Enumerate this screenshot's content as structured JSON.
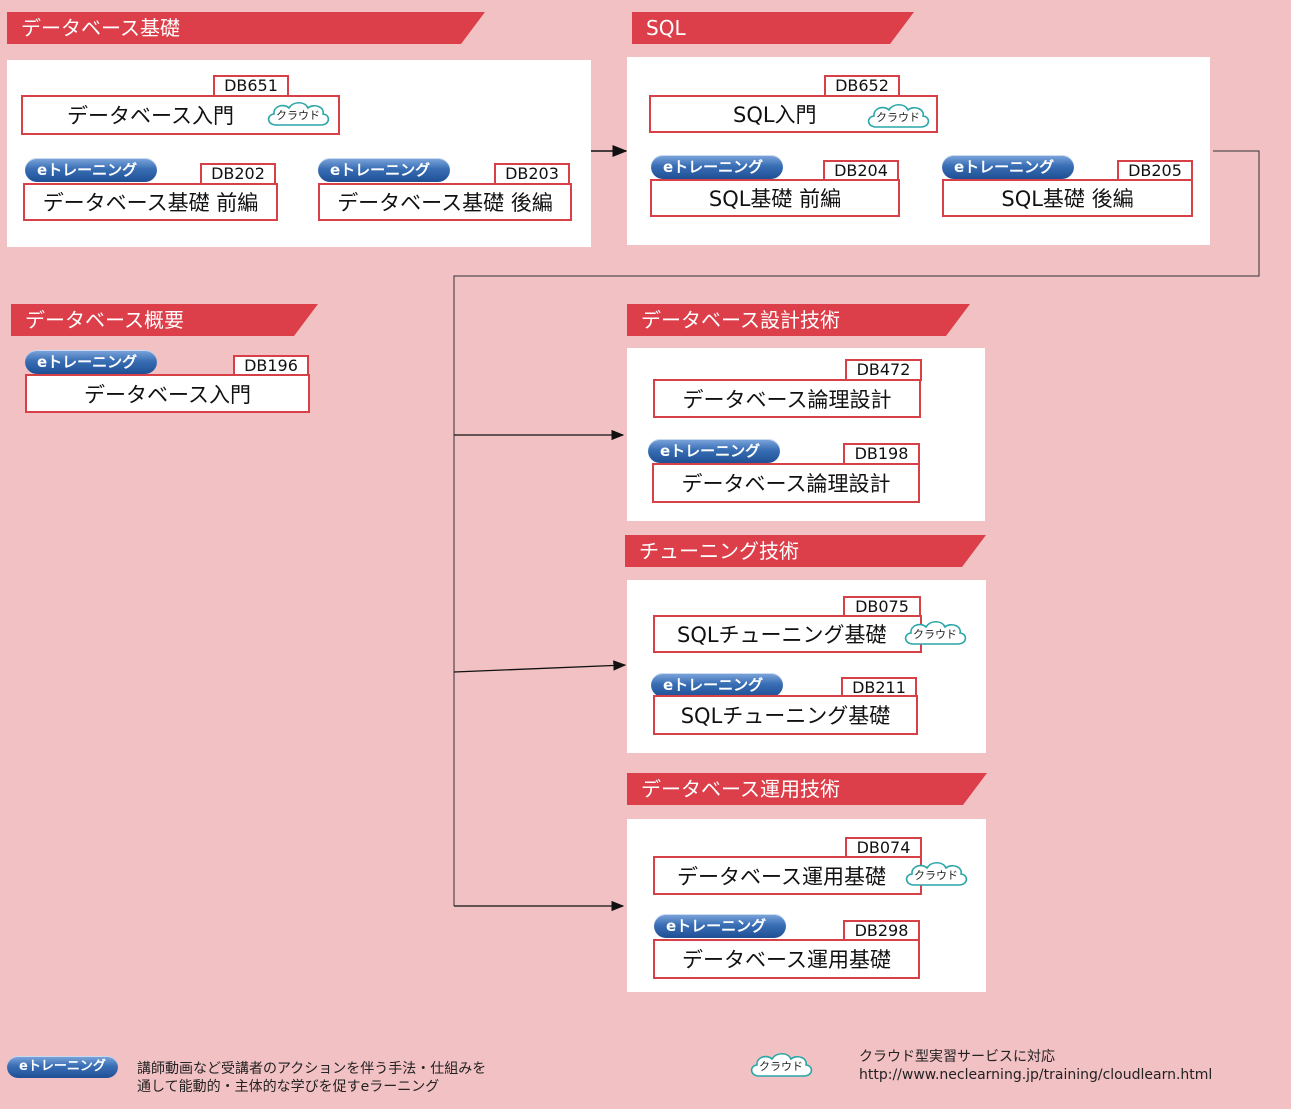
{
  "etraining_label": "eトレーニング",
  "cloud_label": "クラウド",
  "sections": {
    "db_basics": {
      "title": "データベース基礎",
      "courses": [
        {
          "code": "DB651",
          "name": "データベース入門"
        },
        {
          "code": "DB202",
          "name": "データベース基礎 前編"
        },
        {
          "code": "DB203",
          "name": "データベース基礎 後編"
        }
      ]
    },
    "sql": {
      "title": "SQL",
      "courses": [
        {
          "code": "DB652",
          "name": "SQL入門"
        },
        {
          "code": "DB204",
          "name": "SQL基礎 前編"
        },
        {
          "code": "DB205",
          "name": "SQL基礎 後編"
        }
      ]
    },
    "db_overview": {
      "title": "データベース概要",
      "courses": [
        {
          "code": "DB196",
          "name": "データベース入門"
        }
      ]
    },
    "db_design": {
      "title": "データベース設計技術",
      "courses": [
        {
          "code": "DB472",
          "name": "データベース論理設計"
        },
        {
          "code": "DB198",
          "name": "データベース論理設計"
        }
      ]
    },
    "tuning": {
      "title": "チューニング技術",
      "courses": [
        {
          "code": "DB075",
          "name": "SQLチューニング基礎"
        },
        {
          "code": "DB211",
          "name": "SQLチューニング基礎"
        }
      ]
    },
    "db_ops": {
      "title": "データベース運用技術",
      "courses": [
        {
          "code": "DB074",
          "name": "データベース運用基礎"
        },
        {
          "code": "DB298",
          "name": "データベース運用基礎"
        }
      ]
    }
  },
  "legend": {
    "etraining_line1": "講師動画など受講者のアクションを伴う手法・仕組みを",
    "etraining_line2": "通して能動的・主体的な学びを促すeラーニング",
    "cloud_line1": "クラウド型実習サービスに対応",
    "cloud_line2": "http://www.neclearning.jp/training/cloudlearn.html"
  }
}
